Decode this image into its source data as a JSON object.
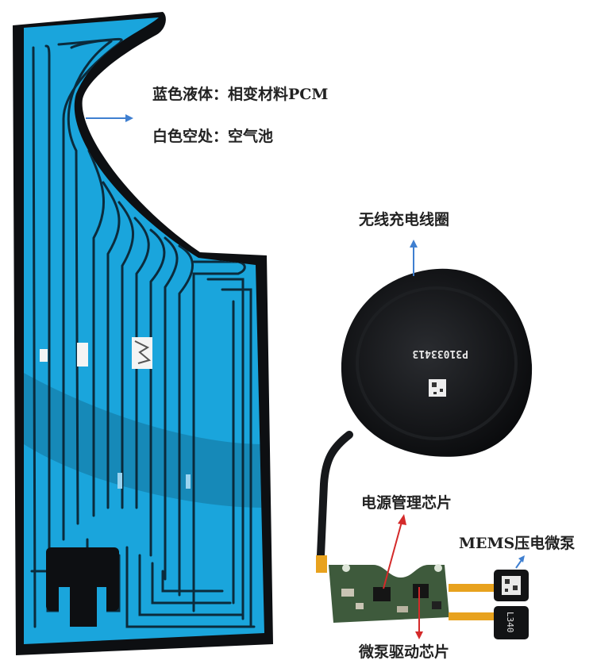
{
  "labels": {
    "pcm": "蓝色液体：相变材料PCM",
    "air": "白色空处：空气池",
    "coil": "无线充电线圈",
    "pmic": "电源管理芯片",
    "mems": "MEMS压电微泵",
    "pump_driver": "微泵驱动芯片"
  },
  "coil_marking": "P31033413",
  "pump_marking": "L340",
  "colors": {
    "pcm_blue": "#1aa5dc",
    "channel_dark": "#0b2b3c",
    "frame_black": "#0d0f12",
    "coil_black": "#101113",
    "pcb_green": "#3e5a3c",
    "arrow_blue": "#3f7fd0",
    "arrow_red": "#d42a2a",
    "flex_gold": "#e8a21e"
  }
}
